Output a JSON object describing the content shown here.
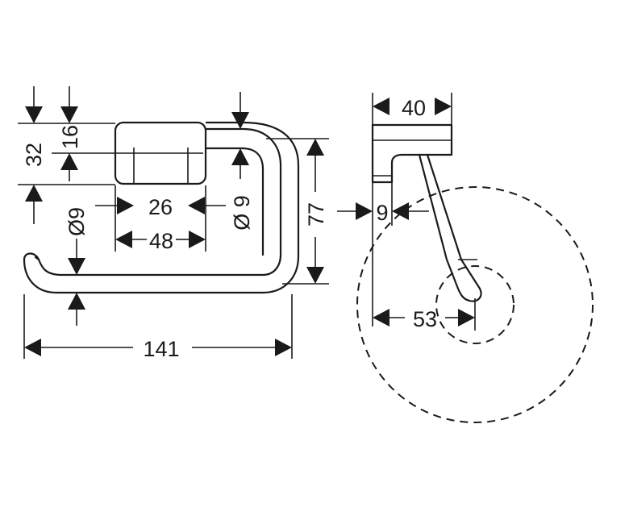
{
  "diagram": {
    "front_view": {
      "dimensions": {
        "height_total": "32",
        "height_top": "16",
        "inner_width": "26",
        "outer_width": "48",
        "bar_diameter_left": "Ø9",
        "bar_diameter_right": "Ø 9",
        "height_right": "77",
        "total_width": "141"
      }
    },
    "side_view": {
      "dimensions": {
        "depth": "40",
        "plate_thickness": "9",
        "offset_to_roll_center": "53"
      }
    }
  }
}
